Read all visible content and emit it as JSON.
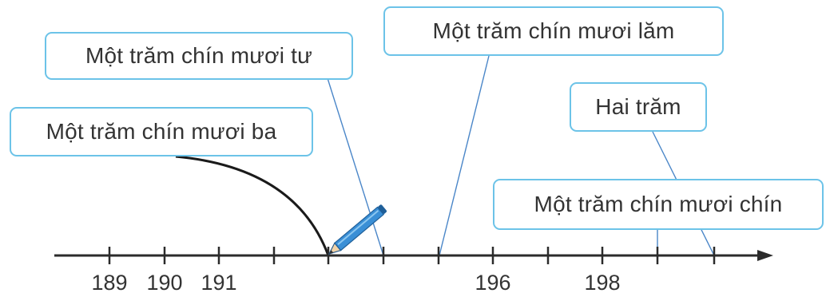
{
  "labels": {
    "box_193": "Một trăm chín mươi ba",
    "box_194": "Một trăm chín mươi tư",
    "box_195": "Một trăm chín mươi lăm",
    "box_200": "Hai trăm",
    "box_199": "Một trăm chín mươi chín"
  },
  "number_line": {
    "tick_labels": [
      {
        "value": 189,
        "text": "189"
      },
      {
        "value": 190,
        "text": "190"
      },
      {
        "value": 191,
        "text": "191"
      },
      {
        "value": 196,
        "text": "196"
      },
      {
        "value": 198,
        "text": "198"
      }
    ],
    "range": [
      189,
      200
    ]
  },
  "colors": {
    "box_border": "#6cc3e8",
    "connector_line": "#4a86c8",
    "axis": "#2b2b2b",
    "arc": "#1a1a1a",
    "pencil": "#3a8fd6"
  }
}
